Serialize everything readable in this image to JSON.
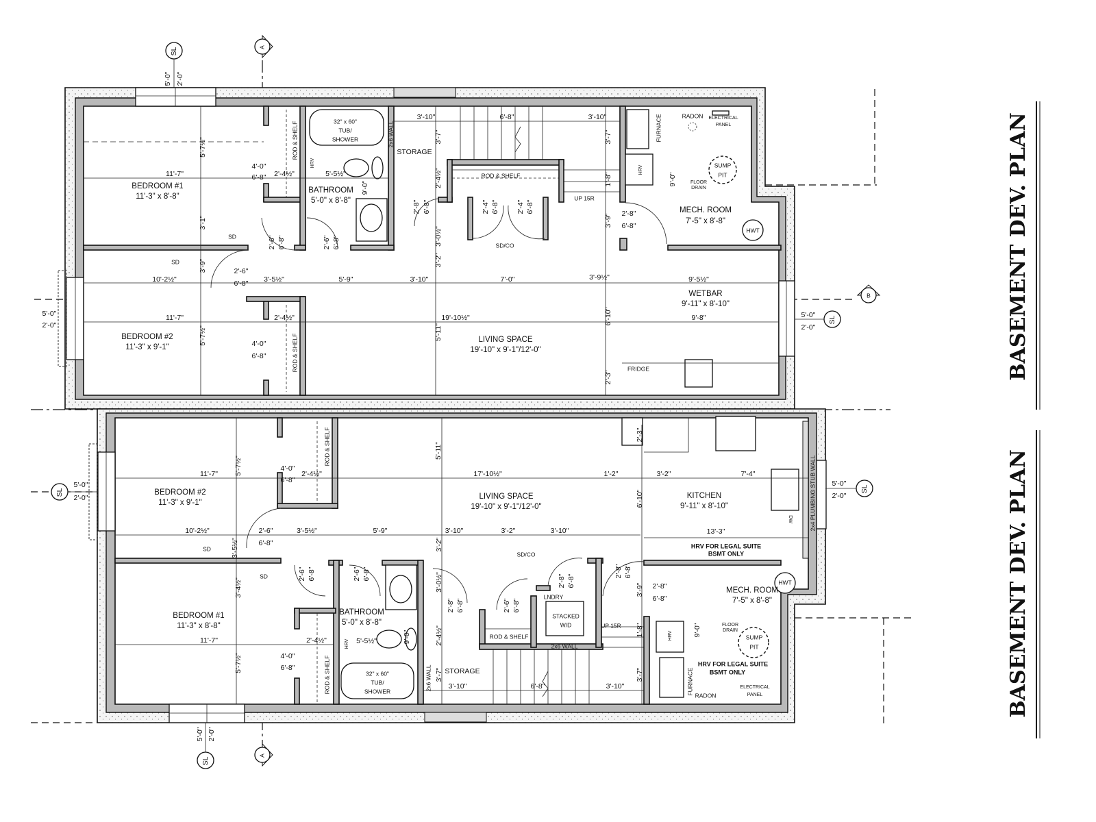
{
  "title": {
    "upper": "BASEMENT DEV. PLAN",
    "lower": "BASEMENT DEV. PLAN"
  },
  "top_plan": {
    "labels": [
      "BEDROOM #1",
      "11'-3\" x 8'-8\"",
      "11'-7\"",
      "5'-7½\"",
      "3'-1\"",
      "4'-0\"",
      "6'-8\"",
      "ROD & SHELF",
      "2'-4½\"",
      "32\" x 60\"",
      "TUB/",
      "SHOWER",
      "2x6 WALL",
      "STORAGE",
      "HRV",
      "5'-5½\"",
      "BATHROOM",
      "5'-0\" x 8'-8\"",
      "9'-0\"",
      "2'-6\"",
      "6'-8\"",
      "2'-6\"",
      "6'-8\"",
      "SD",
      "SD",
      "2'-8\"",
      "6'-8\"",
      "3'-0½\"",
      "2'-4½\"",
      "3'-7\"",
      "3'-10\"",
      "6'-8\"",
      "3'-10\"",
      "ROD & SHELF",
      "2'-4\"",
      "6'-8\"",
      "2'-4\"",
      "6'-8\"",
      "SD/CO",
      "UP 15R",
      "1'-8\"",
      "3'-7\"",
      "3'-9\"",
      "2'-8\"",
      "6'-8\"",
      "FURNACE",
      "HRV",
      "RADON",
      "ELECTRICAL",
      "PANEL",
      "SUMP",
      "PIT",
      "FLOOR",
      "DRAIN",
      "9'-0\"",
      "MECH. ROOM",
      "7'-5\" x 8'-8\"",
      "HWT",
      "3'-9\"",
      "2'-6\"",
      "6'-8\"",
      "10'-2½\"",
      "3'-5½\"",
      "5'-9\"",
      "3'-10\"",
      "7'-0\"",
      "3'-9½\"",
      "9'-5½\"",
      "3'-2\"",
      "WETBAR",
      "9'-11\" x 8'-10\"",
      "9'-8\"",
      "19'-10½\"",
      "6'-10\"",
      "11'-7\"",
      "2'-4½\"",
      "BEDROOM #2",
      "11'-3\" x 9'-1\"",
      "5'-7½\"",
      "4'-0\"",
      "6'-8\"",
      "ROD & SHELF",
      "LIVING SPACE",
      "19'-10\" x 9'-1\"/12'-0\"",
      "5'-11\"",
      "2'-3\"",
      "FRIDGE"
    ]
  },
  "bottom_plan": {
    "labels": [
      "BEDROOM #2",
      "11'-3\" x 9'-1\"",
      "11'-7\"",
      "5'-7½\"",
      "4'-0\"",
      "6'-8\"",
      "ROD & SHELF",
      "2'-4½\"",
      "10'-2½\"",
      "2'-6\"",
      "6'-8\"",
      "3'-5½\"",
      "5'-9\"",
      "3'-5½\"",
      "SD",
      "SD",
      "2'-6\"",
      "6'-8\"",
      "2'-6\"",
      "6'-8\"",
      "BEDROOM #1",
      "11'-3\" x 8'-8\"",
      "3'-4½\"",
      "11'-7\"",
      "5'-7½\"",
      "4'-0\"",
      "6'-8\"",
      "ROD & SHELF",
      "2'-4½\"",
      "BATHROOM",
      "5'-0\" x 8'-8\"",
      "HRV",
      "5'-5½\"",
      "9'-0\"",
      "32\" x 60\"",
      "TUB/",
      "SHOWER",
      "2x6 WALL",
      "STORAGE",
      "3'-10\"",
      "6'-8\"",
      "3'-10\"",
      "3'-0½\"",
      "2'-8\"",
      "6'-8\"",
      "2'-4½\"",
      "3'-7\"",
      "3'-2\"",
      "ROD & SHELF",
      "2'-6\"",
      "6'-8\"",
      "LNDRY",
      "STACKED",
      "W/D",
      "2'-8\"",
      "6'-8\"",
      "2x6 WALL",
      "UP 15R",
      "SD/CO",
      "1'-8\"",
      "3'-7\"",
      "3'-9\"",
      "2'-8\"",
      "6'-8\"",
      "2'-8\"",
      "6'-8\"",
      "HRV",
      "FURNACE",
      "HRV FOR LEGAL SUITE",
      "BSMT ONLY",
      "RADON",
      "ELECTRICAL",
      "PANEL",
      "SUMP",
      "PIT",
      "FLOOR",
      "DRAIN",
      "9'-0\"",
      "MECH. ROOM",
      "7'-5\" x 8'-8\"",
      "HWT",
      "LIVING SPACE",
      "19'-10\" x 9'-1\"/12'-0\"",
      "17'-10½\"",
      "5'-11\"",
      "1'-2\"",
      "3'-2\"",
      "7'-4\"",
      "2'-3\"",
      "6'-10\"",
      "KITCHEN",
      "9'-11\" x 8'-10\"",
      "13'-3\"",
      "DW",
      "2x4 PLUMBING STUB WALL",
      "HRV FOR LEGAL SUITE",
      "BSMT ONLY",
      "3'-10\"",
      "3'-2\"",
      "3'-10\""
    ]
  },
  "annotations": {
    "labels": [
      "5'-0\"",
      "2'-0\"",
      "5'-0\"",
      "2'-0\"",
      "5'-0\"",
      "2'-0\"",
      "5'-0\"",
      "2'-0\"",
      "5'-0\"",
      "2'-0\"",
      "5'-0\"",
      "2'-0\""
    ],
    "section_marker": "SL",
    "grid_marker_a": "A",
    "grid_marker_b": "B"
  }
}
